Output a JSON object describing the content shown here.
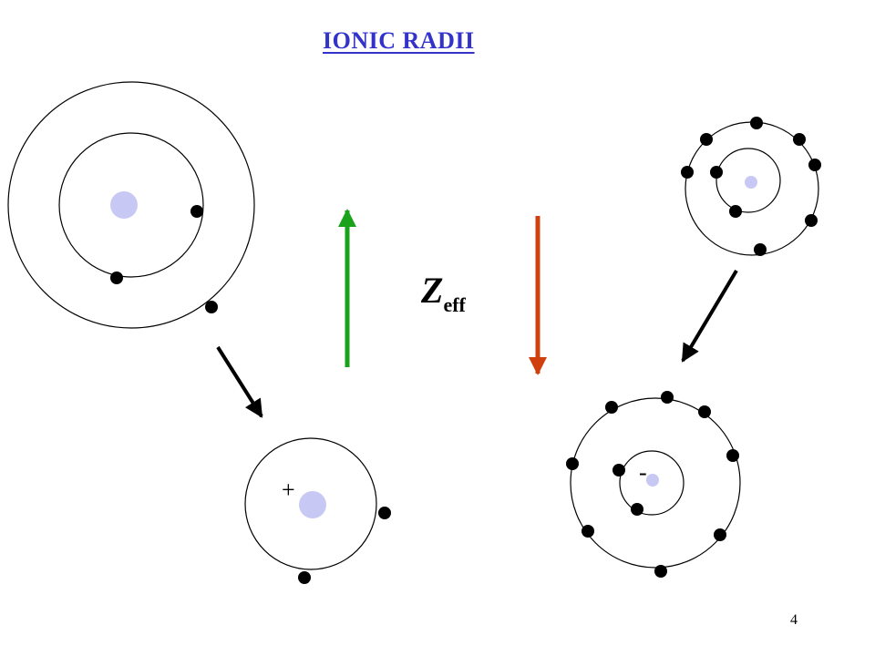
{
  "slide": {
    "title": "IONIC  RADII",
    "page_number": "4"
  },
  "labels": {
    "zeff_main": "Z",
    "zeff_sub": "eff",
    "cation_charge": "+",
    "anion_charge": "-"
  },
  "colors": {
    "title": "#3333cc",
    "nucleus": "#c8c8f4",
    "electron": "#000000",
    "orbit": "#000000",
    "arrow_up": "#1aa31a",
    "arrow_down": "#d0400f",
    "reaction_arrow": "#000000"
  }
}
